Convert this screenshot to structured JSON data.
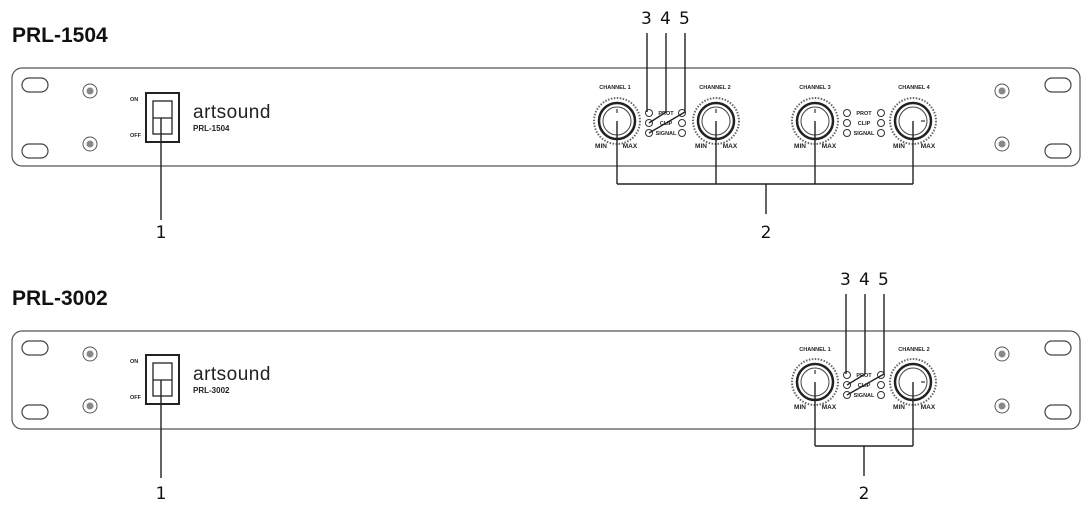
{
  "units": [
    {
      "title": "PRL-1504",
      "brand": "artsound",
      "model_label": "PRL-1504",
      "switch": {
        "on": "ON",
        "off": "OFF"
      },
      "channels": [
        {
          "label": "CHANNEL 1",
          "min": "MIN",
          "max": "MAX"
        },
        {
          "label": "CHANNEL 2",
          "min": "MIN",
          "max": "MAX"
        },
        {
          "label": "CHANNEL 3",
          "min": "MIN",
          "max": "MAX"
        },
        {
          "label": "CHANNEL 4",
          "min": "MIN",
          "max": "MAX"
        }
      ],
      "leds": [
        {
          "prot": "PROT",
          "clip": "CLIP",
          "signal": "SIGNAL"
        },
        {
          "prot": "PROT",
          "clip": "CLIP",
          "signal": "SIGNAL"
        }
      ],
      "callouts": {
        "c1": "1",
        "c2": "2",
        "c3": "3",
        "c4": "4",
        "c5": "5"
      }
    },
    {
      "title": "PRL-3002",
      "brand": "artsound",
      "model_label": "PRL-3002",
      "switch": {
        "on": "ON",
        "off": "OFF"
      },
      "channels": [
        {
          "label": "CHANNEL 1",
          "min": "MIN",
          "max": "MAX"
        },
        {
          "label": "CHANNEL 2",
          "min": "MIN",
          "max": "MAX"
        }
      ],
      "leds": [
        {
          "prot": "PROT",
          "clip": "CLIP",
          "signal": "SIGNAL"
        }
      ],
      "callouts": {
        "c1": "1",
        "c2": "2",
        "c3": "3",
        "c4": "4",
        "c5": "5"
      }
    }
  ]
}
